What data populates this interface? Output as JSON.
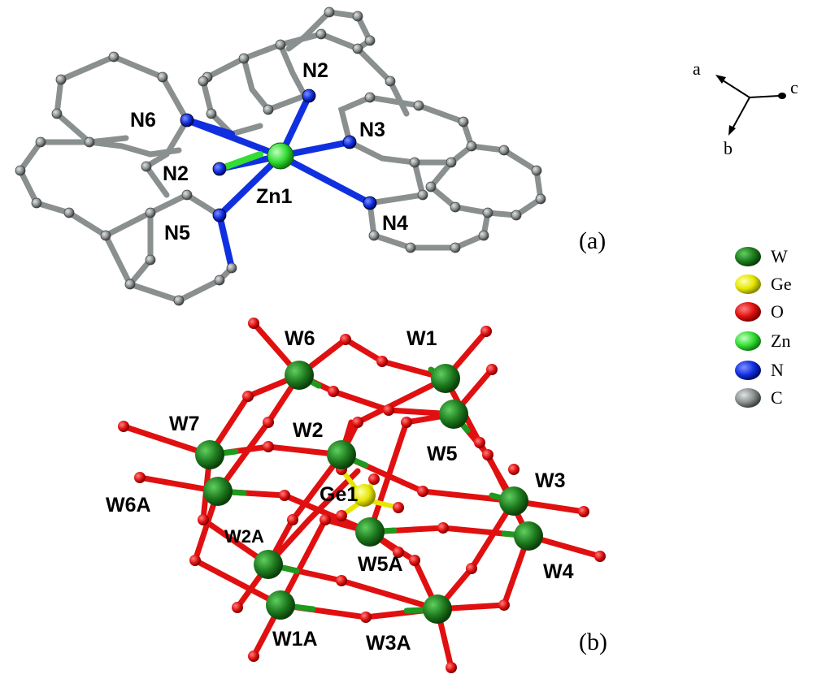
{
  "panel_a": {
    "label": "(a)",
    "atoms": {
      "n2_top": "N2",
      "n6": "N6",
      "n3": "N3",
      "n2_left": "N2",
      "zn1": "Zn1",
      "n5": "N5",
      "n4": "N4"
    }
  },
  "panel_b": {
    "label": "(b)",
    "atoms": {
      "w6": "W6",
      "w1": "W1",
      "w7": "W7",
      "w2": "W2",
      "w5": "W5",
      "w3": "W3",
      "w6a": "W6A",
      "ge1": "Ge1",
      "w2a": "W2A",
      "w5a": "W5A",
      "w4": "W4",
      "w1a": "W1A",
      "w3a": "W3A"
    }
  },
  "axes": {
    "a": "a",
    "b": "b",
    "c": "c"
  },
  "legend": [
    {
      "symbol": "W",
      "color": "#1e7a1e"
    },
    {
      "symbol": "Ge",
      "color": "#e6e600"
    },
    {
      "symbol": "O",
      "color": "#e01010"
    },
    {
      "symbol": "Zn",
      "color": "#33dd33"
    },
    {
      "symbol": "N",
      "color": "#1030e0"
    },
    {
      "symbol": "C",
      "color": "#8a8f8f"
    }
  ]
}
